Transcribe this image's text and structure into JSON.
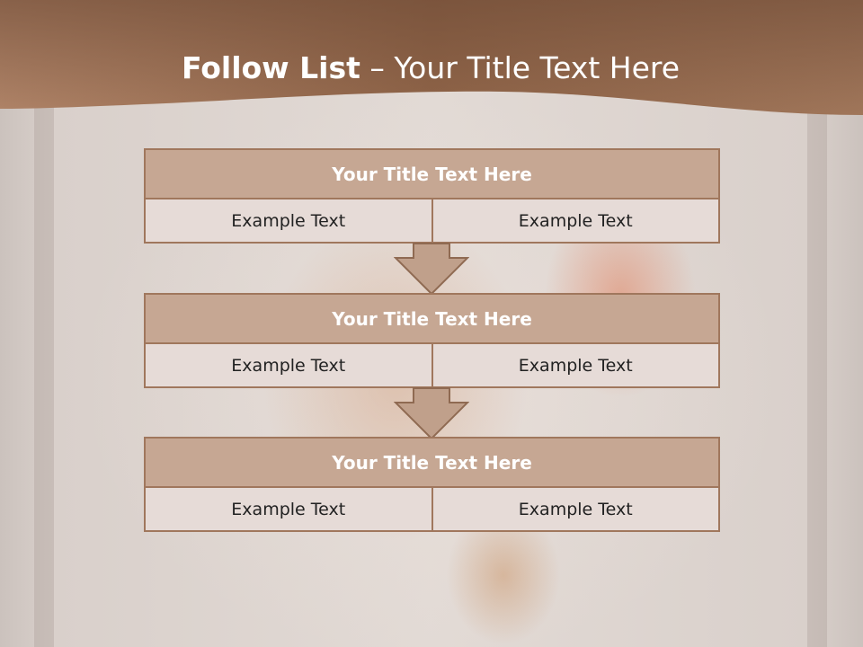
{
  "header": {
    "title_strong": "Follow List",
    "title_rest": " – Your Title Text Here"
  },
  "blocks": [
    {
      "title": "Your Title Text Here",
      "left": "Example Text",
      "right": "Example Text"
    },
    {
      "title": "Your Title Text Here",
      "left": "Example Text",
      "right": "Example Text"
    },
    {
      "title": "Your Title Text Here",
      "left": "Example Text",
      "right": "Example Text"
    }
  ],
  "colors": {
    "header_start": "#b08468",
    "header_end": "#6e4a35",
    "box_title_bg": "#c6a793",
    "box_border": "#a0775d",
    "box_row_bg": "#e6dbd7",
    "arrow_fill": "#c0a08b"
  },
  "icons": [
    "down-arrow-icon",
    "down-arrow-icon"
  ]
}
